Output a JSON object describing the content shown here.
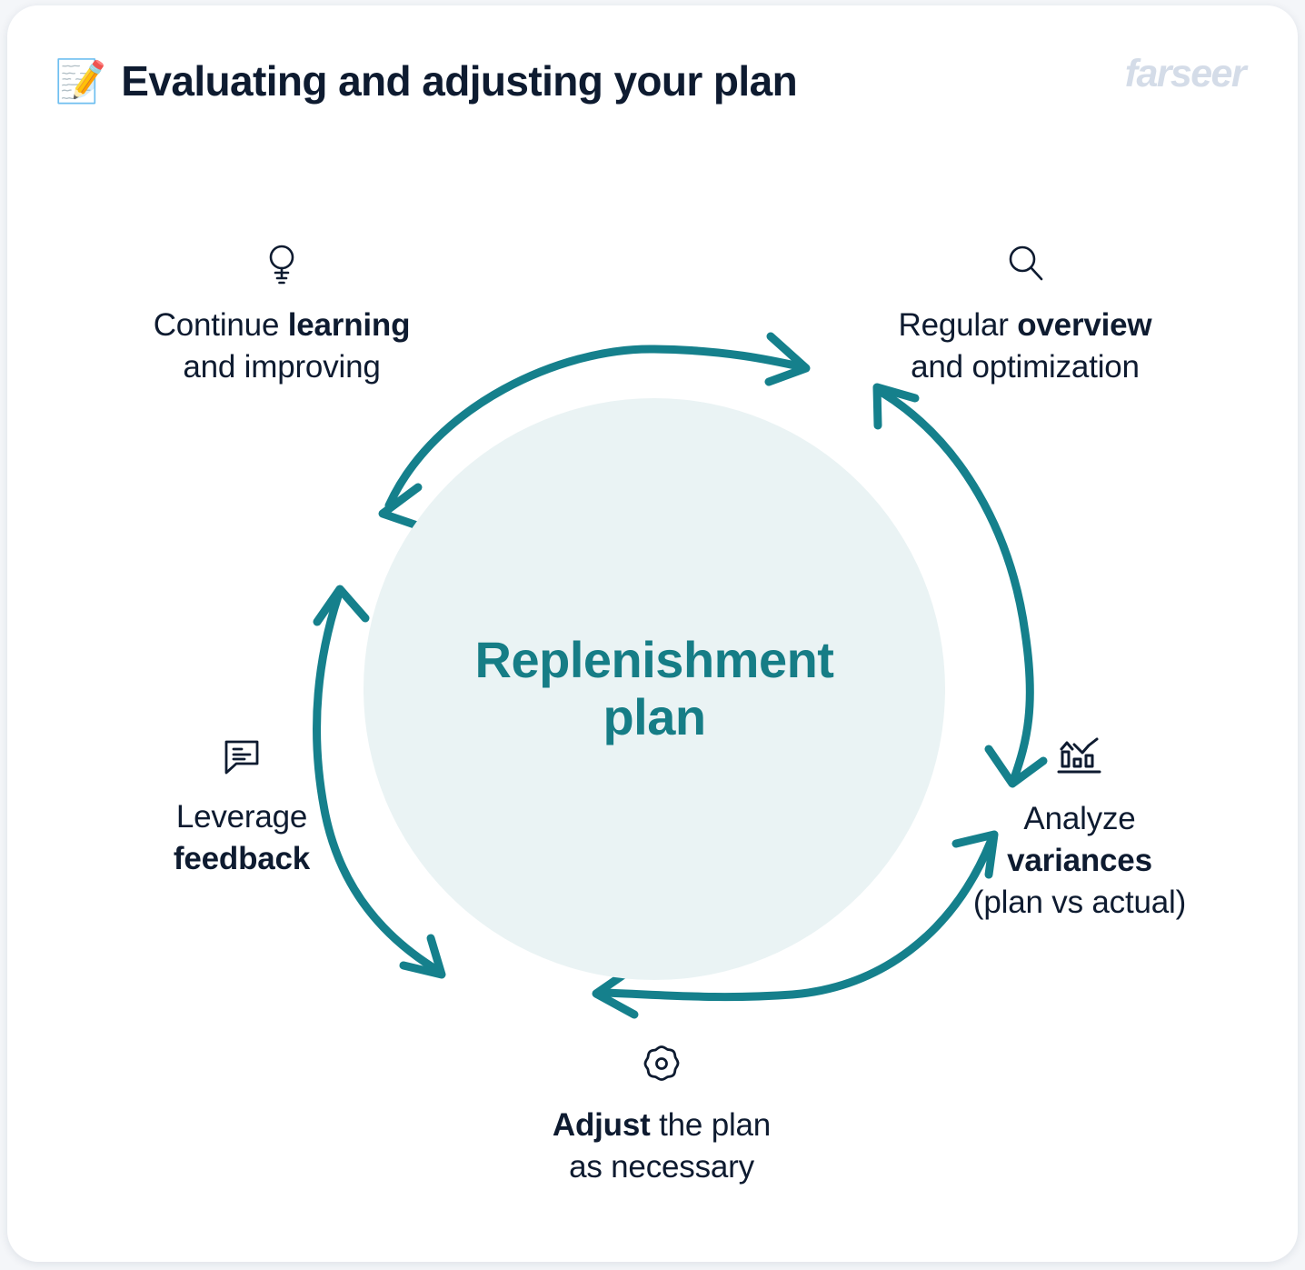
{
  "header": {
    "emoji": "📝",
    "emoji_name": "memo-emoji",
    "title": "Evaluating and adjusting your plan",
    "brand": "farseer",
    "brand_color": "#d4dce8",
    "title_color": "#0e1b30"
  },
  "diagram": {
    "type": "cycle",
    "hub": {
      "label": "Replenishment\nplan",
      "text_color": "#167d86",
      "fill_color": "#eaf3f4"
    },
    "arrow_color": "#15808c",
    "arrow_style": "double-headed-curved-arc",
    "arc_count": 4,
    "nodes": [
      {
        "id": "learning",
        "icon": "lightbulb-icon",
        "text_plain": "Continue learning and improving",
        "line1_prefix": "Continue ",
        "line1_bold": "learning",
        "line2": "and improving"
      },
      {
        "id": "overview",
        "icon": "magnifier-icon",
        "text_plain": "Regular overview and optimization",
        "line1_prefix": "Regular ",
        "line1_bold": "overview",
        "line2": "and optimization"
      },
      {
        "id": "variances",
        "icon": "bar-chart-trend-icon",
        "text_plain": "Analyze variances (plan vs actual)",
        "line1": "Analyze",
        "line2_bold": "variances",
        "line3": "(plan vs actual)"
      },
      {
        "id": "adjust",
        "icon": "gear-icon",
        "text_plain": "Adjust the plan as necessary",
        "line1_bold": "Adjust",
        "line1_suffix": " the plan",
        "line2": "as necessary"
      },
      {
        "id": "feedback",
        "icon": "speech-bubble-icon",
        "text_plain": "Leverage feedback",
        "line1": "Leverage",
        "line2_bold": "feedback"
      }
    ]
  }
}
